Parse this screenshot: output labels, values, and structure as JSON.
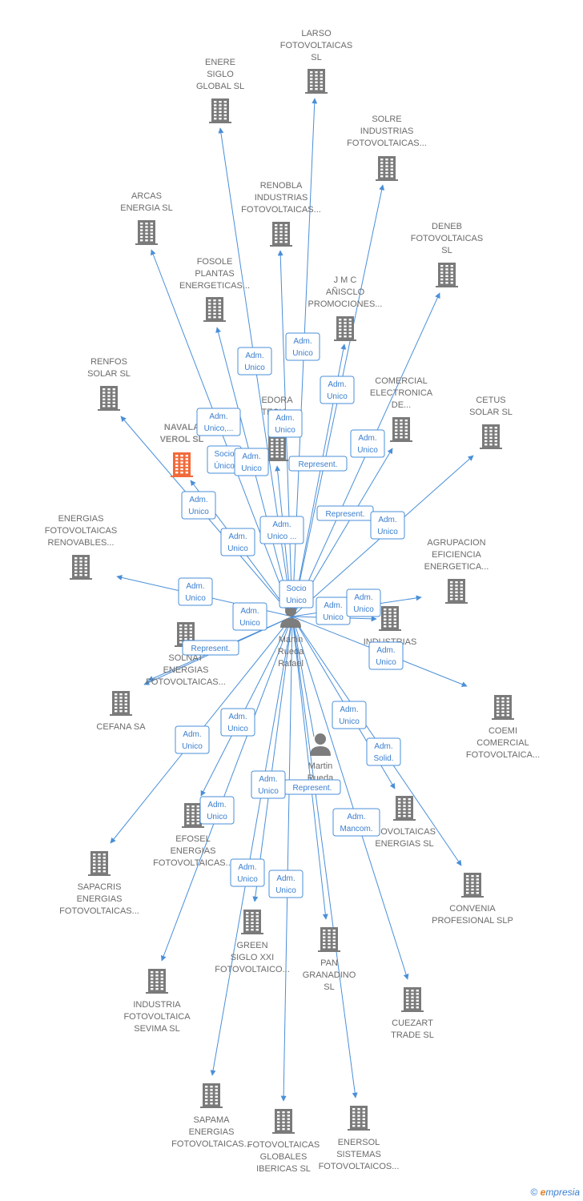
{
  "colors": {
    "edge": "#4a8fd8",
    "company": "#7a7a7a",
    "highlight_company": "#f26a3a",
    "person": "#7d7d7d",
    "label": "#6b6b6b"
  },
  "icons": {
    "company": "building-icon",
    "person": "person-icon"
  },
  "people": [
    {
      "id": "p1",
      "lines": [
        "Martin",
        "Rueda",
        "Rafael"
      ]
    },
    {
      "id": "p2",
      "lines": [
        "Martin",
        "Rueda"
      ]
    }
  ],
  "companies": [
    {
      "id": "larso",
      "lines": [
        "LARSO",
        "FOTOVOLTAICAS",
        "SL"
      ]
    },
    {
      "id": "enere",
      "lines": [
        "ENERE",
        "SIGLO",
        "GLOBAL  SL"
      ]
    },
    {
      "id": "solre",
      "lines": [
        "SOLRE",
        "INDUSTRIAS",
        "FOTOVOLTAICAS..."
      ]
    },
    {
      "id": "arcas",
      "lines": [
        "ARCAS",
        "ENERGIA  SL"
      ]
    },
    {
      "id": "renobla",
      "lines": [
        "RENOBLA",
        "INDUSTRIAS",
        "FOTOVOLTAICAS..."
      ]
    },
    {
      "id": "deneb",
      "lines": [
        "DENEB",
        "FOTOVOLTAICAS",
        "SL"
      ]
    },
    {
      "id": "fosole",
      "lines": [
        "FOSOLE",
        "PLANTAS",
        "ENERGETICAS..."
      ]
    },
    {
      "id": "jmc",
      "lines": [
        "J M C",
        "AÑISCLO",
        "PROMOCIONES..."
      ]
    },
    {
      "id": "renfos",
      "lines": [
        "RENFOS",
        "SOLAR  SL"
      ]
    },
    {
      "id": "edora",
      "lines": [
        "EDORA",
        "TECH..."
      ]
    },
    {
      "id": "comercial_elec",
      "lines": [
        "COMERCIAL",
        "ELECTRONICA",
        "DE..."
      ]
    },
    {
      "id": "cetus",
      "lines": [
        "CETUS",
        "SOLAR SL"
      ]
    },
    {
      "id": "navalaverol",
      "lines": [
        "NAVALA",
        "VEROL  SL"
      ],
      "highlight": true
    },
    {
      "id": "energias_renov",
      "lines": [
        "ENERGIAS",
        "FOTOVOLTAICAS",
        "RENOVABLES..."
      ]
    },
    {
      "id": "agrupacion",
      "lines": [
        "AGRUPACION",
        "EFICIENCIA",
        "ENERGETICA..."
      ]
    },
    {
      "id": "industrias",
      "lines": [
        "INDUSTRIAS",
        "...A"
      ]
    },
    {
      "id": "solnat",
      "lines": [
        "SOLNAT",
        "ENERGIAS",
        "FOTOVOLTAICAS..."
      ]
    },
    {
      "id": "cefana",
      "lines": [
        "CEFANA SA"
      ]
    },
    {
      "id": "coemi",
      "lines": [
        "COEMI",
        "COMERCIAL",
        "FOTOVOLTAICA..."
      ]
    },
    {
      "id": "fotovoltaicas_energias",
      "lines": [
        "...OVOLTAICAS",
        "ENERGIAS  SL"
      ]
    },
    {
      "id": "efosel",
      "lines": [
        "EFOSEL",
        "ENERGIAS",
        "FOTOVOLTAICAS..."
      ]
    },
    {
      "id": "sapacris",
      "lines": [
        "SAPACRIS",
        "ENERGIAS",
        "FOTOVOLTAICAS..."
      ]
    },
    {
      "id": "convenia",
      "lines": [
        "CONVENIA",
        "PROFESIONAL SLP"
      ]
    },
    {
      "id": "green",
      "lines": [
        "GREEN",
        "SIGLO XXI",
        "FOTOVOLTAICO..."
      ]
    },
    {
      "id": "pan",
      "lines": [
        "PAN",
        "GRANADINO",
        "SL"
      ]
    },
    {
      "id": "industria_sevima",
      "lines": [
        "INDUSTRIA",
        "FOTOVOLTAICA",
        "SEVIMA  SL"
      ]
    },
    {
      "id": "cuezart",
      "lines": [
        "CUEZART",
        "TRADE SL"
      ]
    },
    {
      "id": "sapama",
      "lines": [
        "SAPAMA",
        "ENERGIAS",
        "FOTOVOLTAICAS..."
      ]
    },
    {
      "id": "fotovoltaicas_globales",
      "lines": [
        "FOTOVOLTAICAS",
        "GLOBALES",
        "IBERICAS  SL"
      ]
    },
    {
      "id": "enersol",
      "lines": [
        "ENERSOL",
        "SISTEMAS",
        "FOTOVOLTAICOS..."
      ]
    }
  ],
  "relations": [
    {
      "id": "r1",
      "lines": [
        "Adm.",
        "Unico"
      ]
    },
    {
      "id": "r2",
      "lines": [
        "Adm.",
        "Unico"
      ]
    },
    {
      "id": "r3",
      "lines": [
        "Adm.",
        "Unico"
      ]
    },
    {
      "id": "r4",
      "lines": [
        "Adm.",
        "Unico,..."
      ]
    },
    {
      "id": "r5",
      "lines": [
        "Adm.",
        "Unico"
      ]
    },
    {
      "id": "r6",
      "lines": [
        "Socio",
        "Único"
      ]
    },
    {
      "id": "r7",
      "lines": [
        "Adm.",
        "Unico"
      ]
    },
    {
      "id": "r8",
      "lines": [
        "Represent."
      ]
    },
    {
      "id": "r9",
      "lines": [
        "Adm.",
        "Unico"
      ]
    },
    {
      "id": "r10",
      "lines": [
        "Adm.",
        "Unico"
      ]
    },
    {
      "id": "r11",
      "lines": [
        "Represent."
      ]
    },
    {
      "id": "r12",
      "lines": [
        "Adm.",
        "Unico"
      ]
    },
    {
      "id": "r13",
      "lines": [
        "Adm.",
        "Unico"
      ]
    },
    {
      "id": "r14",
      "lines": [
        "Adm.",
        "Unico ..."
      ]
    },
    {
      "id": "r15",
      "lines": [
        "Adm.",
        "Unico"
      ]
    },
    {
      "id": "r16",
      "lines": [
        "Socio",
        "Unico"
      ]
    },
    {
      "id": "r17",
      "lines": [
        "Adm.",
        "Unico"
      ]
    },
    {
      "id": "r18",
      "lines": [
        "Adm.",
        "Unico"
      ]
    },
    {
      "id": "r19",
      "lines": [
        "Adm.",
        "Unico"
      ]
    },
    {
      "id": "r20",
      "lines": [
        "Represent."
      ]
    },
    {
      "id": "r21",
      "lines": [
        "Adm.",
        "Unico"
      ]
    },
    {
      "id": "r22",
      "lines": [
        "Adm.",
        "Unico"
      ]
    },
    {
      "id": "r23",
      "lines": [
        "Adm.",
        "Unico"
      ]
    },
    {
      "id": "r24",
      "lines": [
        "Adm.",
        "Solid."
      ]
    },
    {
      "id": "r25",
      "lines": [
        "Adm.",
        "Unico"
      ]
    },
    {
      "id": "r26",
      "lines": [
        "Represent."
      ]
    },
    {
      "id": "r27",
      "lines": [
        "Adm.",
        "Unico"
      ]
    },
    {
      "id": "r28",
      "lines": [
        "Adm.",
        "Mancom."
      ]
    },
    {
      "id": "r29",
      "lines": [
        "Adm.",
        "Unico"
      ]
    },
    {
      "id": "r30",
      "lines": [
        "Adm.",
        "Unico"
      ]
    },
    {
      "id": "r31",
      "lines": [
        "Adm.",
        "Unico"
      ]
    }
  ],
  "footer": {
    "copyright": "©",
    "brand_initial": "e",
    "brand_rest": "mpresia"
  }
}
